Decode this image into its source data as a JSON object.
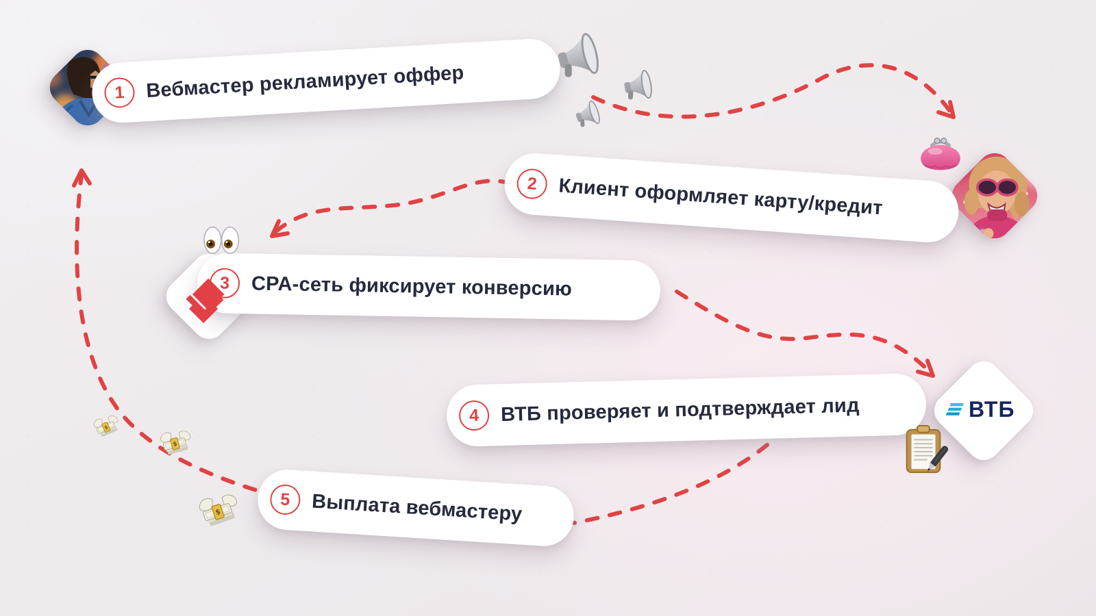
{
  "steps": [
    {
      "number": "1",
      "label": "Вебмастер рекламирует оффер"
    },
    {
      "number": "2",
      "label": "Клиент оформляет карту/кредит"
    },
    {
      "number": "3",
      "label": "CPA-сеть фиксирует конверсию"
    },
    {
      "number": "4",
      "label": "ВТБ проверяет и подтверждает лид"
    },
    {
      "number": "5",
      "label": "Выплата вебмастеру"
    }
  ],
  "vtb": {
    "wordmark": "ВТБ"
  },
  "icons": {
    "megaphone": "megaphone-3d-gray (x3)",
    "purse": "pink-coin-purse",
    "eyes": "eyes-emoji",
    "money_wings": "money-with-wings (x3)",
    "clipboard_pen": "clipboard-with-pen",
    "cpa_logo": "red-diamond-chevron-network-logo",
    "webmaster_photo": "man-at-screens-photo",
    "client_photo": "woman-in-pink-photo"
  },
  "colors": {
    "accent_red": "#e04343",
    "text_dark": "#262a3d",
    "vtb_navy": "#16255e",
    "vtb_blue": "#2ba7dc",
    "cpa_red": "#e24046",
    "pill_white": "#ffffff"
  }
}
